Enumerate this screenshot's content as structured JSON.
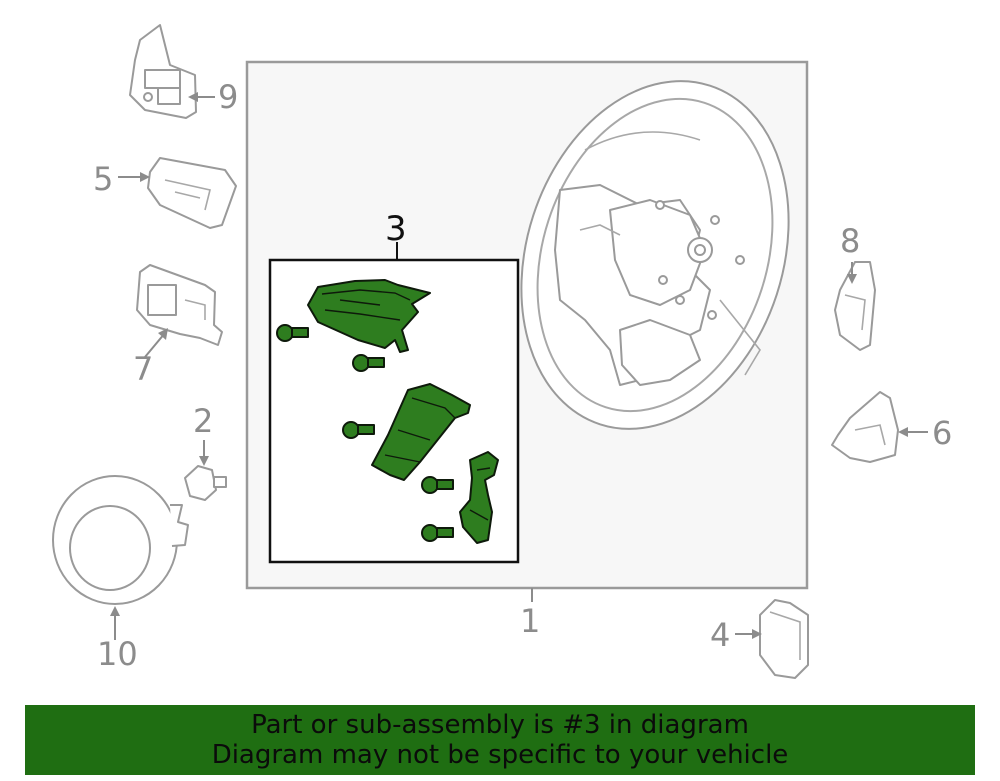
{
  "callouts": {
    "c1": "1",
    "c2": "2",
    "c3": "3",
    "c4": "4",
    "c5": "5",
    "c6": "6",
    "c7": "7",
    "c8": "8",
    "c9": "9",
    "c10": "10"
  },
  "banner": {
    "line1": "Part or sub-assembly is #3 in diagram",
    "line2": "Diagram may not be specific to your vehicle"
  },
  "colors": {
    "highlight": "#2e7d1f",
    "banner": "#1f6e12",
    "outline": "#9a9a9a"
  }
}
